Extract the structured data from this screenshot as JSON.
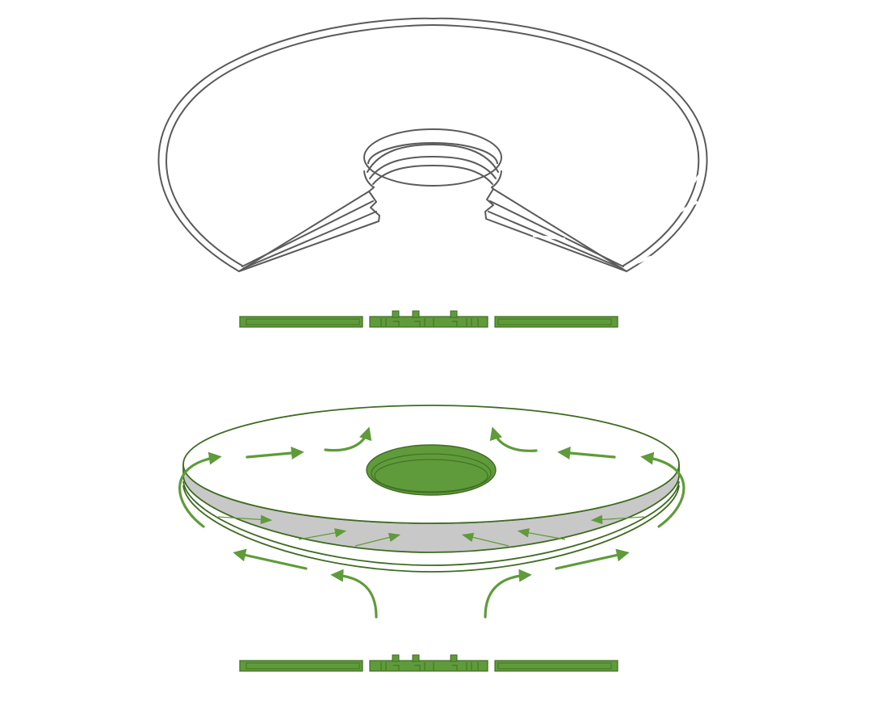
{
  "colors": {
    "accent": "#5f9b3a",
    "accent_dark": "#3f6b22",
    "outline": "#5a5a5a",
    "band": "#c8c8c8",
    "background": "#ffffff"
  },
  "figures": [
    {
      "id": "open-ring-top-view",
      "icon": "c-shaped-ring-outline"
    },
    {
      "id": "flat-section-upper",
      "icon": "cross-section-bar"
    },
    {
      "id": "disc-airflow-view",
      "icon": "disc-with-flow-arrows"
    },
    {
      "id": "flat-section-lower",
      "icon": "cross-section-bar"
    }
  ]
}
